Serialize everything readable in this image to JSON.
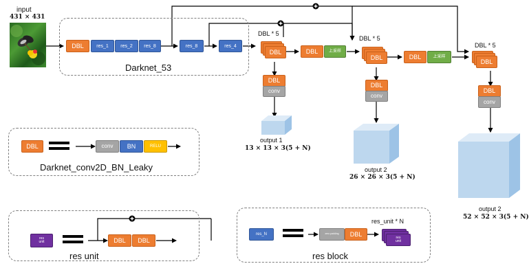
{
  "input": {
    "label": "input",
    "size": "431 × 431"
  },
  "darknet": {
    "title": "Darknet_53",
    "blocks": [
      "DBL",
      "res_1",
      "res_2",
      "res_8",
      "res_8",
      "res_4"
    ]
  },
  "branch1": {
    "stack": "DBL * 5",
    "dbl_front": "DBL",
    "dbl": "DBL",
    "upsample": "上采样",
    "dbl_down": "DBL",
    "conv": "conv",
    "output": "output 1",
    "shape": "13 × 13 × 3(5 + N)"
  },
  "branch2": {
    "stack": "DBL * 5",
    "dbl_front": "DBL",
    "dbl": "DBL",
    "upsample": "上采样",
    "dbl_down": "DBL",
    "conv": "conv",
    "output": "output 2",
    "shape": "26 × 26 × 3(5 + N)"
  },
  "branch3": {
    "stack": "DBL * 5",
    "dbl_front": "DBL",
    "dbl_down": "DBL",
    "conv": "conv",
    "output": "output 2",
    "shape": "52 × 52 × 3(5 + N)"
  },
  "legend_dbl": {
    "title": "Darknet_conv2D_BN_Leaky",
    "dbl": "DBL",
    "conv": "conv",
    "bn": "BN",
    "relu": "RELU"
  },
  "legend_res_unit": {
    "title": "res unit",
    "icon_line1": "res",
    "icon_line2": "unit",
    "dbl1": "DBL",
    "dbl2": "DBL"
  },
  "legend_res_block": {
    "title": "res block",
    "icon": "res_N",
    "padding": "zero padding",
    "dbl": "DBL",
    "stack_label": "res_unit * N",
    "stack_line1": "res",
    "stack_line2": "unit"
  },
  "colors": {
    "dbl": "#ed7d31",
    "res": "#4472c4",
    "upsample": "#70ad47",
    "conv": "#a5a5a5",
    "relu": "#ffc000",
    "res_unit": "#7030a0",
    "cube": "#bdd7ee"
  }
}
